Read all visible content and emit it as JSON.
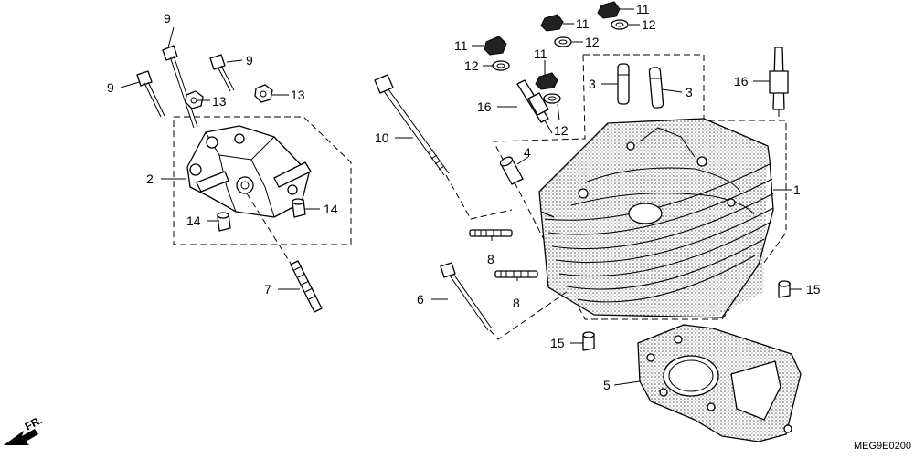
{
  "diagram": {
    "figure_code": "MEG9E0200",
    "direction_mark": "FR.",
    "callouts": {
      "c1": "1",
      "c2": "2",
      "c3a": "3",
      "c3b": "3",
      "c4": "4",
      "c5": "5",
      "c6": "6",
      "c7": "7",
      "c8a": "8",
      "c8b": "8",
      "c9a": "9",
      "c9b": "9",
      "c9c": "9",
      "c10": "10",
      "c11a": "11",
      "c11b": "11",
      "c11c": "11",
      "c11d": "11",
      "c12a": "12",
      "c12b": "12",
      "c12c": "12",
      "c12d": "12",
      "c13a": "13",
      "c13b": "13",
      "c14a": "14",
      "c14b": "14",
      "c15a": "15",
      "c15b": "15",
      "c16a": "16",
      "c16b": "16"
    }
  }
}
